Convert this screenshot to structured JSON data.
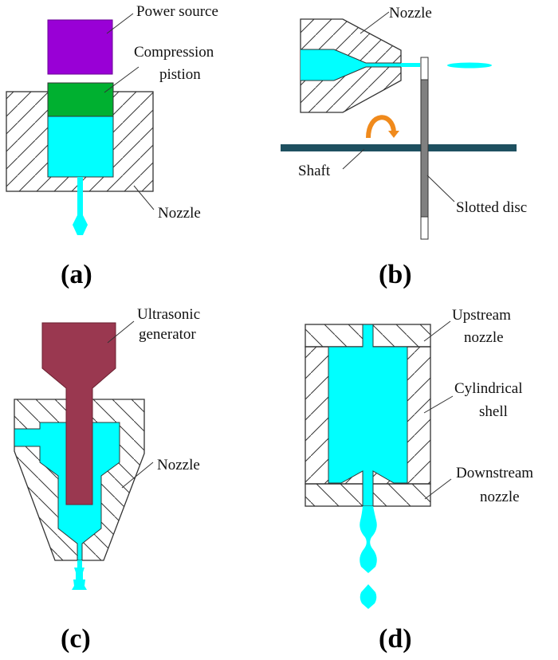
{
  "colors": {
    "fluid": "#00FFFF",
    "power_source": "#9900D6",
    "piston": "#00B030",
    "shaft": "#1E5060",
    "disc": "#808080",
    "arrow": "#F08A1C",
    "generator": "#9A3850",
    "outline": "#333333"
  },
  "panels": {
    "a": {
      "caption": "(a)",
      "labels": {
        "power_source": "Power source",
        "compression_line1": "Compression",
        "compression_line2": "pistion",
        "nozzle": "Nozzle"
      }
    },
    "b": {
      "caption": "(b)",
      "labels": {
        "nozzle": "Nozzle",
        "shaft": "Shaft",
        "slotted_disc": "Slotted disc"
      }
    },
    "c": {
      "caption": "(c)",
      "labels": {
        "ultrasonic_line1": "Ultrasonic",
        "ultrasonic_line2": "generator",
        "nozzle": "Nozzle"
      }
    },
    "d": {
      "caption": "(d)",
      "labels": {
        "upstream_line1": "Upstream",
        "upstream_line2": "nozzle",
        "cylindrical_line1": "Cylindrical",
        "cylindrical_line2": "shell",
        "downstream_line1": "Downstream",
        "downstream_line2": "nozzle"
      }
    }
  }
}
